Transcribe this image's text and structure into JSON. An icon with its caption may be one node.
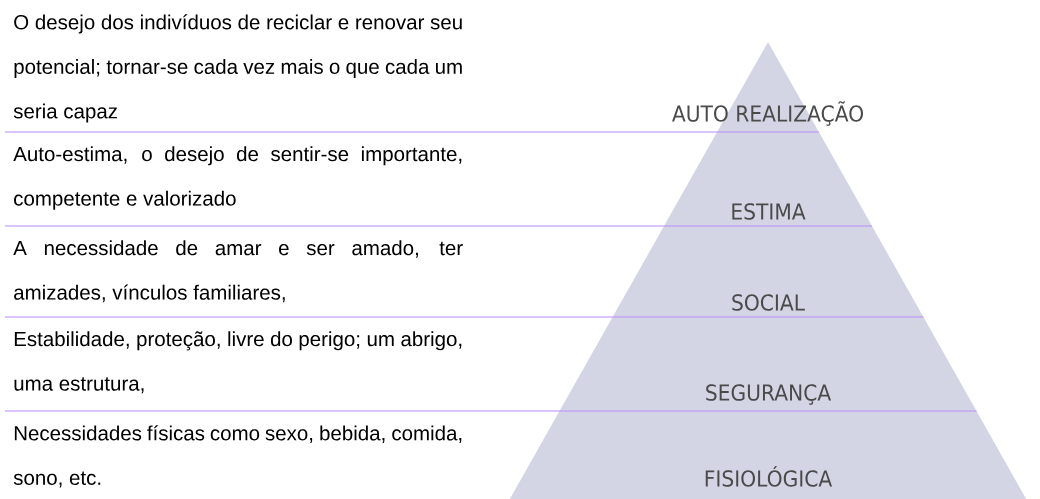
{
  "diagram": {
    "nodes": [
      {
        "text": [
          "O desejo dos indivíduos de reciclar e renovar seu potencial; tornar-se cada vez mais o que cada um seria capaz"
        ]
      },
      {
        "text": [
          "Auto-estima, o desejo de sentir-se importante, competente e valorizado"
        ]
      },
      {
        "text": [
          "A necessidade de amar e ser amado, ter amizades, vínculos familiares,"
        ]
      },
      {
        "text": [
          "Estabilidade, proteção, livre do perigo; um abrigo, uma estrutura,"
        ]
      },
      {
        "text": [
          "Necessidades físicas como sexo, bebida, comida, sono, etc."
        ]
      },
      {
        "text": [
          "AUTO REALIZAÇÃO"
        ]
      },
      {
        "text": [
          "ESTIMA"
        ]
      },
      {
        "text": [
          "SOCIAL"
        ]
      },
      {
        "text": [
          "SEGURANÇA"
        ]
      },
      {
        "text": [
          "FISIOLÓGICA"
        ]
      }
    ],
    "edges": [
      {
        "from": 0,
        "to": 5,
        "arrow": "none"
      },
      {
        "from": 1,
        "to": 6,
        "arrow": "none"
      },
      {
        "from": 2,
        "to": 7,
        "arrow": "none"
      },
      {
        "from": 3,
        "to": 8,
        "arrow": "none"
      }
    ]
  }
}
